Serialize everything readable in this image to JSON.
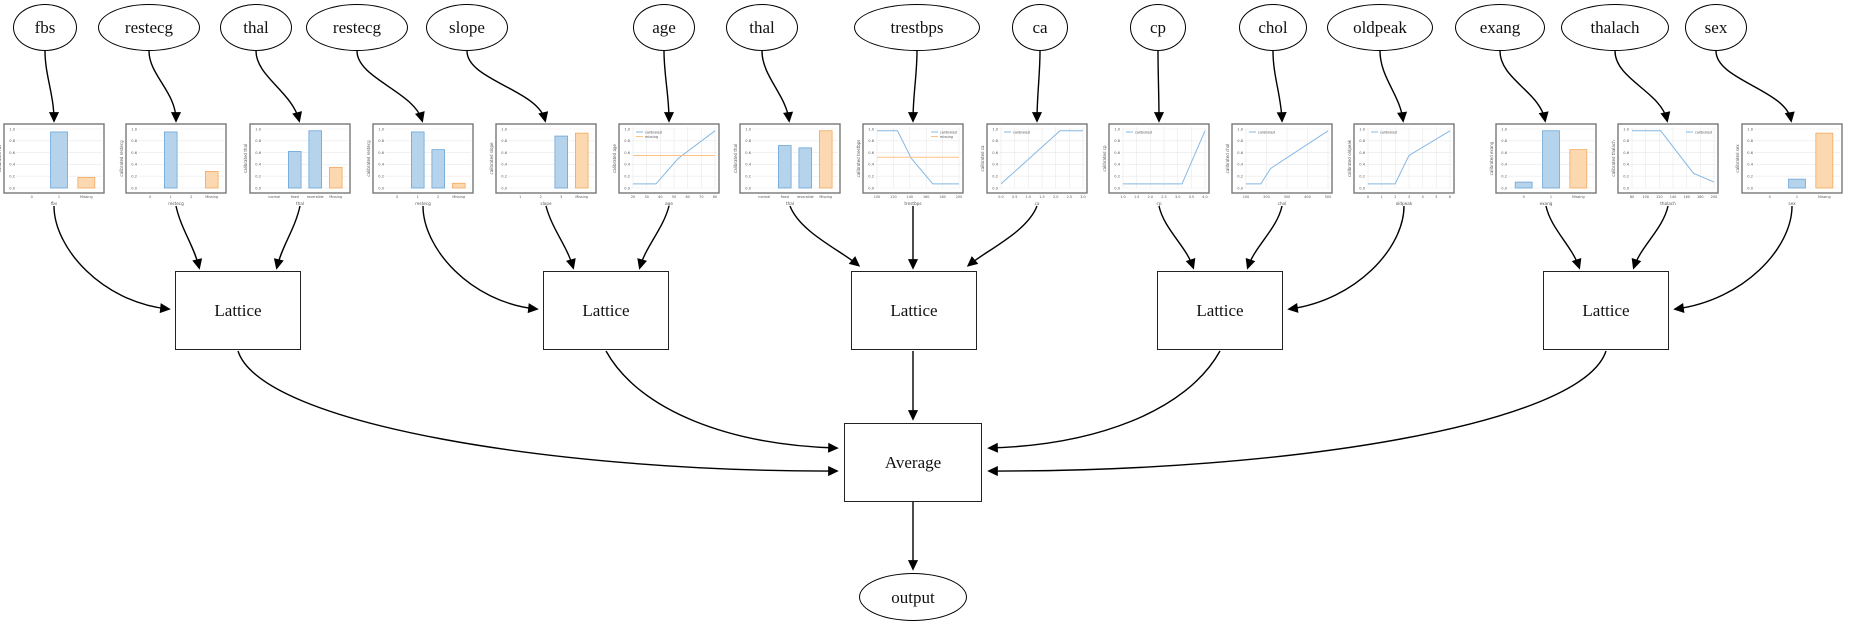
{
  "diagram": {
    "features": [
      {
        "label": "fbs",
        "chart": {
          "type": "bar",
          "ylabel": "calibrated fbs",
          "xlabel": "fbs",
          "yticks": [
            "0.0",
            "0.2",
            "0.4",
            "0.6",
            "0.8",
            "1.0"
          ],
          "categories": [
            "0",
            "1",
            "Missing"
          ],
          "values": [
            0,
            0.95,
            0.18
          ],
          "colors": [
            "blue",
            "blue",
            "orange"
          ]
        }
      },
      {
        "label": "restecg",
        "chart": {
          "type": "bar",
          "ylabel": "calibrated restecg",
          "xlabel": "restecg",
          "yticks": [
            "0.0",
            "0.2",
            "0.4",
            "0.6",
            "0.8",
            "1.0"
          ],
          "categories": [
            "0",
            "1",
            "2",
            "Missing"
          ],
          "values": [
            0,
            0.95,
            0,
            0.28
          ],
          "colors": [
            "blue",
            "blue",
            "blue",
            "orange"
          ]
        }
      },
      {
        "label": "thal",
        "chart": {
          "type": "bar",
          "ylabel": "calibrated thal",
          "xlabel": "thal",
          "yticks": [
            "0.0",
            "0.2",
            "0.4",
            "0.6",
            "0.8",
            "1.0"
          ],
          "categories": [
            "normal",
            "fixed",
            "reversible",
            "Missing"
          ],
          "values": [
            0,
            0.62,
            0.97,
            0.35
          ],
          "colors": [
            "blue",
            "blue",
            "blue",
            "orange"
          ]
        }
      },
      {
        "label": "restecg",
        "chart": {
          "type": "bar",
          "ylabel": "calibrated restecg",
          "xlabel": "restecg",
          "yticks": [
            "0.0",
            "0.2",
            "0.4",
            "0.6",
            "0.8",
            "1.0"
          ],
          "categories": [
            "0",
            "1",
            "2",
            "Missing"
          ],
          "values": [
            0,
            0.95,
            0.65,
            0.08
          ],
          "colors": [
            "blue",
            "blue",
            "blue",
            "orange"
          ]
        }
      },
      {
        "label": "slope",
        "chart": {
          "type": "bar",
          "ylabel": "calibrated slope",
          "xlabel": "slope",
          "yticks": [
            "0.0",
            "0.2",
            "0.4",
            "0.6",
            "0.8",
            "1.0"
          ],
          "categories": [
            "1",
            "2",
            "3",
            "Missing"
          ],
          "values": [
            0,
            0,
            0.88,
            0.93
          ],
          "colors": [
            "blue",
            "blue",
            "blue",
            "orange"
          ]
        }
      },
      {
        "label": "age",
        "chart": {
          "type": "line",
          "ylabel": "calibrated age",
          "xlabel": "age",
          "yticks": [
            "0.0",
            "0.2",
            "0.4",
            "0.6",
            "0.8",
            "1.0"
          ],
          "xticks": [
            "20",
            "30",
            "40",
            "50",
            "60",
            "70",
            "80"
          ],
          "legend": {
            "position": "top-left",
            "entries": [
              {
                "label": "calibrated",
                "color": "blue"
              },
              {
                "label": "missing",
                "color": "orange"
              }
            ]
          },
          "lines": [
            {
              "name": "calibrated",
              "color": "blue",
              "points": [
                [
                  0,
                  0.07
                ],
                [
                  0.28,
                  0.07
                ],
                [
                  0.55,
                  0.5
                ],
                [
                  1,
                  0.97
                ]
              ]
            },
            {
              "name": "missing",
              "color": "orange",
              "points": [
                [
                  0,
                  0.55
                ],
                [
                  1,
                  0.55
                ]
              ]
            }
          ]
        }
      },
      {
        "label": "thal",
        "chart": {
          "type": "bar",
          "ylabel": "calibrated thal",
          "xlabel": "thal",
          "yticks": [
            "0.0",
            "0.2",
            "0.4",
            "0.6",
            "0.8",
            "1.0"
          ],
          "categories": [
            "normal",
            "fixed",
            "reversible",
            "Missing"
          ],
          "values": [
            0,
            0.72,
            0.68,
            0.97
          ],
          "colors": [
            "blue",
            "blue",
            "blue",
            "orange"
          ]
        }
      },
      {
        "label": "trestbps",
        "chart": {
          "type": "line",
          "ylabel": "calibrated trestbps",
          "xlabel": "trestbps",
          "yticks": [
            "0.0",
            "0.2",
            "0.4",
            "0.6",
            "0.8",
            "1.0"
          ],
          "xticks": [
            "100",
            "120",
            "140",
            "160",
            "180",
            "200"
          ],
          "legend": {
            "position": "top-right",
            "entries": [
              {
                "label": "calibrated",
                "color": "blue"
              },
              {
                "label": "missing",
                "color": "orange"
              }
            ]
          },
          "lines": [
            {
              "name": "calibrated",
              "color": "blue",
              "points": [
                [
                  0,
                  0.97
                ],
                [
                  0.25,
                  0.97
                ],
                [
                  0.42,
                  0.5
                ],
                [
                  0.68,
                  0.07
                ],
                [
                  1,
                  0.07
                ]
              ]
            },
            {
              "name": "missing",
              "color": "orange",
              "points": [
                [
                  0,
                  0.52
                ],
                [
                  1,
                  0.52
                ]
              ]
            }
          ]
        }
      },
      {
        "label": "ca",
        "chart": {
          "type": "line",
          "ylabel": "calibrated ca",
          "xlabel": "ca",
          "yticks": [
            "0.0",
            "0.2",
            "0.4",
            "0.6",
            "0.8",
            "1.0"
          ],
          "xticks": [
            "0.0",
            "0.5",
            "1.0",
            "1.5",
            "2.0",
            "2.5",
            "3.0"
          ],
          "legend": {
            "position": "top-left",
            "entries": [
              {
                "label": "calibrated",
                "color": "blue"
              }
            ]
          },
          "lines": [
            {
              "name": "calibrated",
              "color": "blue",
              "points": [
                [
                  0,
                  0.07
                ],
                [
                  0.72,
                  0.97
                ],
                [
                  1,
                  0.97
                ]
              ]
            }
          ]
        }
      },
      {
        "label": "cp",
        "chart": {
          "type": "line",
          "ylabel": "calibrated cp",
          "xlabel": "cp",
          "yticks": [
            "0.0",
            "0.2",
            "0.4",
            "0.6",
            "0.8",
            "1.0"
          ],
          "xticks": [
            "1.0",
            "1.5",
            "2.0",
            "2.5",
            "3.0",
            "3.5",
            "4.0"
          ],
          "legend": {
            "position": "top-left",
            "entries": [
              {
                "label": "calibrated",
                "color": "blue"
              }
            ]
          },
          "lines": [
            {
              "name": "calibrated",
              "color": "blue",
              "points": [
                [
                  0,
                  0.07
                ],
                [
                  0.72,
                  0.07
                ],
                [
                  1,
                  0.97
                ]
              ]
            }
          ]
        }
      },
      {
        "label": "chol",
        "chart": {
          "type": "line",
          "ylabel": "calibrated chol",
          "xlabel": "chol",
          "yticks": [
            "0.0",
            "0.2",
            "0.4",
            "0.6",
            "0.8",
            "1.0"
          ],
          "xticks": [
            "100",
            "200",
            "300",
            "400",
            "500"
          ],
          "legend": {
            "position": "top-left",
            "entries": [
              {
                "label": "calibrated",
                "color": "blue"
              }
            ]
          },
          "lines": [
            {
              "name": "calibrated",
              "color": "blue",
              "points": [
                [
                  0,
                  0.07
                ],
                [
                  0.18,
                  0.07
                ],
                [
                  0.3,
                  0.33
                ],
                [
                  1,
                  0.97
                ]
              ]
            }
          ]
        }
      },
      {
        "label": "oldpeak",
        "chart": {
          "type": "line",
          "ylabel": "calibrated oldpeak",
          "xlabel": "oldpeak",
          "yticks": [
            "0.0",
            "0.2",
            "0.4",
            "0.6",
            "0.8",
            "1.0"
          ],
          "xticks": [
            "0",
            "1",
            "2",
            "3",
            "4",
            "5",
            "6"
          ],
          "legend": {
            "position": "top-left",
            "entries": [
              {
                "label": "calibrated",
                "color": "blue"
              }
            ]
          },
          "lines": [
            {
              "name": "calibrated",
              "color": "blue",
              "points": [
                [
                  0,
                  0.07
                ],
                [
                  0.33,
                  0.07
                ],
                [
                  0.5,
                  0.55
                ],
                [
                  1,
                  0.97
                ]
              ]
            }
          ]
        }
      },
      {
        "label": "exang",
        "chart": {
          "type": "bar",
          "ylabel": "calibrated exang",
          "xlabel": "exang",
          "yticks": [
            "0.0",
            "0.2",
            "0.4",
            "0.6",
            "0.8",
            "1.0"
          ],
          "categories": [
            "0",
            "1",
            "Missing"
          ],
          "values": [
            0.1,
            0.97,
            0.65
          ],
          "colors": [
            "blue",
            "blue",
            "orange"
          ]
        }
      },
      {
        "label": "thalach",
        "chart": {
          "type": "line",
          "ylabel": "calibrated thalach",
          "xlabel": "thalach",
          "yticks": [
            "0.0",
            "0.2",
            "0.4",
            "0.6",
            "0.8",
            "1.0"
          ],
          "xticks": [
            "80",
            "100",
            "120",
            "140",
            "160",
            "180",
            "200"
          ],
          "legend": {
            "position": "top-right",
            "entries": [
              {
                "label": "calibrated",
                "color": "blue"
              }
            ]
          },
          "lines": [
            {
              "name": "calibrated",
              "color": "blue",
              "points": [
                [
                  0,
                  0.97
                ],
                [
                  0.35,
                  0.97
                ],
                [
                  0.75,
                  0.25
                ],
                [
                  1,
                  0.1
                ]
              ]
            }
          ]
        }
      },
      {
        "label": "sex",
        "chart": {
          "type": "bar",
          "ylabel": "calibrated sex",
          "xlabel": "sex",
          "yticks": [
            "0.0",
            "0.2",
            "0.4",
            "0.6",
            "0.8",
            "1.0"
          ],
          "categories": [
            "0",
            "1",
            "Missing"
          ],
          "values": [
            0,
            0.15,
            0.93
          ],
          "colors": [
            "blue",
            "blue",
            "orange"
          ]
        }
      }
    ],
    "lattices": [
      {
        "label": "Lattice"
      },
      {
        "label": "Lattice"
      },
      {
        "label": "Lattice"
      },
      {
        "label": "Lattice"
      },
      {
        "label": "Lattice"
      }
    ],
    "average": {
      "label": "Average"
    },
    "output": {
      "label": "output"
    },
    "connections": {
      "lattice_inputs": [
        [
          "fbs",
          "restecg",
          "thal"
        ],
        [
          "restecg",
          "slope",
          "age"
        ],
        [
          "thal",
          "trestbps",
          "ca"
        ],
        [
          "cp",
          "chol",
          "oldpeak"
        ],
        [
          "exang",
          "thalach",
          "sex"
        ]
      ],
      "lattices_to": "Average",
      "average_to": "output"
    }
  },
  "colors": {
    "bar_blue_fill": "#b5d3ea",
    "bar_blue_edge": "#6ca6d8",
    "bar_orange_fill": "#fcd8b1",
    "bar_orange_edge": "#f2a95f",
    "line_blue": "#85b8e4",
    "line_orange": "#ffc084",
    "grid": "#e9e9e9",
    "chart_border": "#787878",
    "tick_text": "#555555",
    "edge": "#000000"
  }
}
